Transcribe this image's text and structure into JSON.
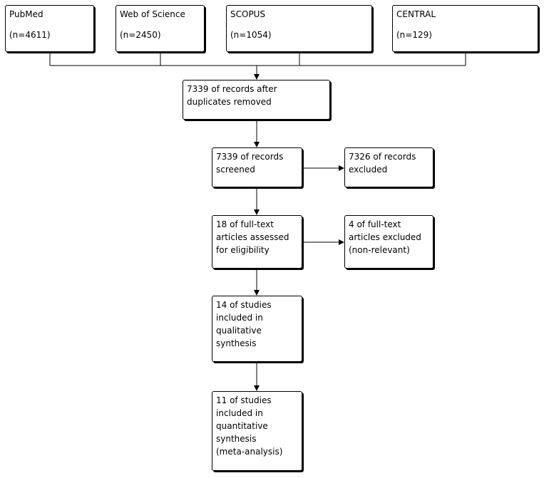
{
  "sources": [
    {
      "name": "PubMed",
      "count": "(n=4611)"
    },
    {
      "name": "Web of Science",
      "count": "(n=2450)"
    },
    {
      "name": "SCOPUS",
      "count": "(n=1054)"
    },
    {
      "name": "CENTRAL",
      "count": "(n=129)"
    }
  ],
  "flow": {
    "duplicates_removed": [
      "7339 of records after",
      "duplicates removed"
    ],
    "screened": [
      "7339 of records",
      "screened"
    ],
    "excluded": [
      "7326 of records",
      "excluded"
    ],
    "full_text_assessed": [
      "18 of full-text",
      "articles assessed",
      "for eligibility"
    ],
    "full_text_excluded": [
      "4 of full-text",
      "articles excluded",
      "(non-relevant)"
    ],
    "qualitative": [
      "14 of studies",
      "included in",
      "qualitative",
      "synthesis"
    ],
    "quantitative": [
      "11 of studies",
      "included in",
      "quantitative",
      "synthesis",
      "(meta-analysis)"
    ]
  }
}
